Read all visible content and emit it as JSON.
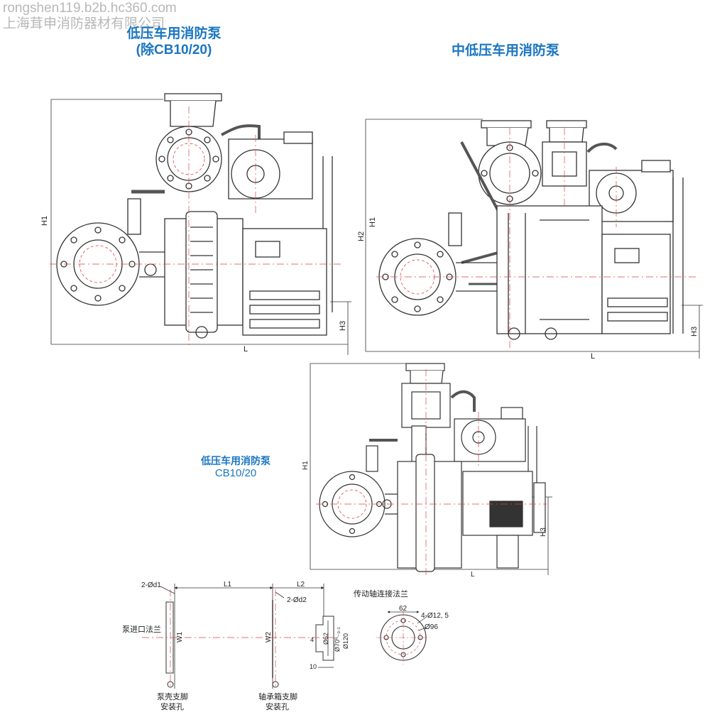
{
  "watermark": {
    "line1": "rongshen119.b2b.hc360.com",
    "line2": "上海茸申消防器材有限公司"
  },
  "titles": {
    "low_pressure_excl": [
      "低压车用消防泵",
      "(除CB10/20)"
    ],
    "mid_low_pressure": "中低压车用消防泵",
    "low_pressure_cb": [
      "低压车用消防泵",
      "CB10/20"
    ]
  },
  "dims_pump1": {
    "h1": "H1",
    "h3": "H3",
    "l": "L"
  },
  "dims_pump2": {
    "h1": "H1",
    "h2": "H2",
    "h3": "H3",
    "l": "L"
  },
  "dims_pump3": {
    "h1": "H1",
    "h3": "H3",
    "l": "L"
  },
  "mounting": {
    "d1_label": "2-Ød1",
    "l1_label": "L1",
    "l2_label": "L2",
    "d2_label": "2-Ød2",
    "w1_label": "W1",
    "w2_label": "W2",
    "inlet_flange_label": "泵进口法兰",
    "casing_foot_label": [
      "泵壳支脚",
      "安装孔"
    ],
    "bearing_foot_label": [
      "轴承箱支脚",
      "安装孔"
    ],
    "shaft_dims": {
      "d62": "Ø62",
      "d70": "Ø70⁰₋₀.₁",
      "d120": "Ø120",
      "four": "4",
      "ten": "10"
    }
  },
  "drive_flange": {
    "title": "传动轴连接法兰",
    "dim_62": "62",
    "holes": "4-Ø12, 5",
    "d96": "Ø96"
  }
}
